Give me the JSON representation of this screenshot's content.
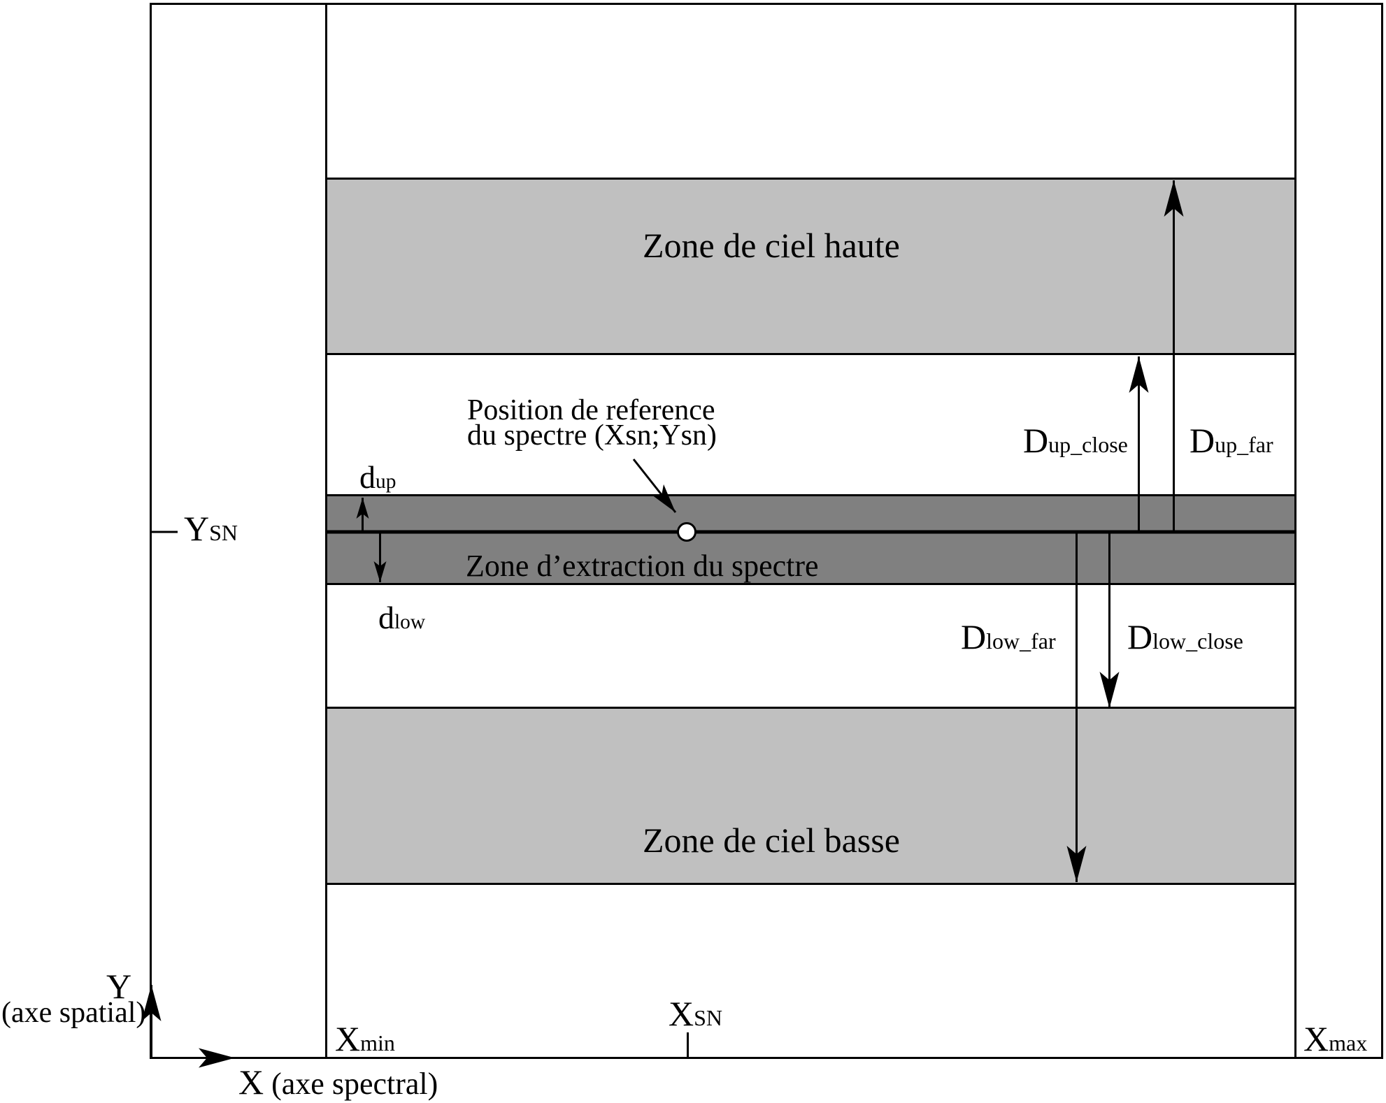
{
  "figure_type": "spectrum-extraction-zones-diagram",
  "colors": {
    "sky_zone_fill": "#c0c0c0",
    "extraction_zone_fill": "#808080",
    "line": "#000000",
    "background": "#ffffff",
    "reference_dot_fill": "#ffffff"
  },
  "zones": {
    "sky_upper": "Zone de ciel haute",
    "sky_lower": "Zone de ciel basse",
    "extraction": "Zone d’extraction du spectre"
  },
  "reference_annotation": {
    "line1": "Position de reference",
    "line2": "du spectre (Xsn;Ysn)"
  },
  "distances": {
    "d_up": {
      "base": "d",
      "sub": "up"
    },
    "d_low": {
      "base": "d",
      "sub": "low"
    },
    "D_up_close": {
      "base": "D",
      "sub": "up_close"
    },
    "D_up_far": {
      "base": "D",
      "sub": "up_far"
    },
    "D_low_far": {
      "base": "D",
      "sub": "low_far"
    },
    "D_low_close": {
      "base": "D",
      "sub": "low_close"
    }
  },
  "axes": {
    "y_letter": "Y",
    "y_caption": "(axe spatial)",
    "x_letter": "X",
    "x_caption": "(axe spectral)",
    "x_min": {
      "base": "X",
      "sub": "min"
    },
    "x_sn": {
      "base": "X",
      "sub": "SN"
    },
    "x_max": {
      "base": "X",
      "sub": "max"
    },
    "y_sn": {
      "base": "Y",
      "sub": "SN"
    }
  }
}
